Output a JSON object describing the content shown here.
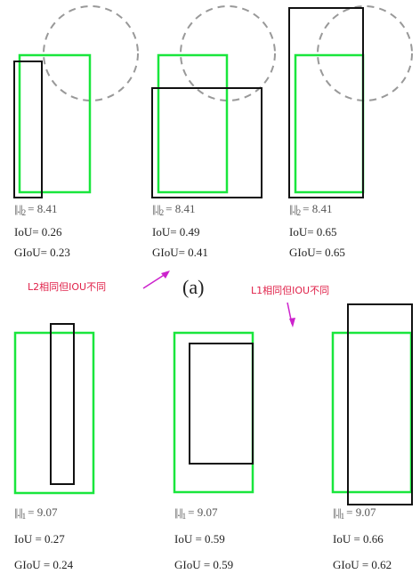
{
  "colors": {
    "ground_truth": "#19e63c",
    "prediction": "#111111",
    "circle": "#999999",
    "annotation": "#e0224a",
    "arrow": "#cc22cc"
  },
  "caption_a": "(a)",
  "annotations": {
    "l2": "L2相同但IOU不同",
    "l1": "L1相同但IOU不同"
  },
  "row_a": [
    {
      "norm_sub": "2",
      "norm_value": "= 8.41",
      "iou": "IoU= 0.26",
      "giou": "GIoU= 0.23"
    },
    {
      "norm_sub": "2",
      "norm_value": "= 8.41",
      "iou": "IoU= 0.49",
      "giou": "GIoU= 0.41"
    },
    {
      "norm_sub": "2",
      "norm_value": "= 8.41",
      "iou": "IoU= 0.65",
      "giou": "GIoU= 0.65"
    }
  ],
  "row_b": [
    {
      "norm_sub": "1",
      "norm_value": "= 9.07",
      "iou": "IoU = 0.27",
      "giou": "GIoU = 0.24"
    },
    {
      "norm_sub": "1",
      "norm_value": "= 9.07",
      "iou": "IoU = 0.59",
      "giou": "GIoU = 0.59"
    },
    {
      "norm_sub": "1",
      "norm_value": "= 9.07",
      "iou": "IoU = 0.66",
      "giou": "GIoU = 0.62"
    }
  ]
}
